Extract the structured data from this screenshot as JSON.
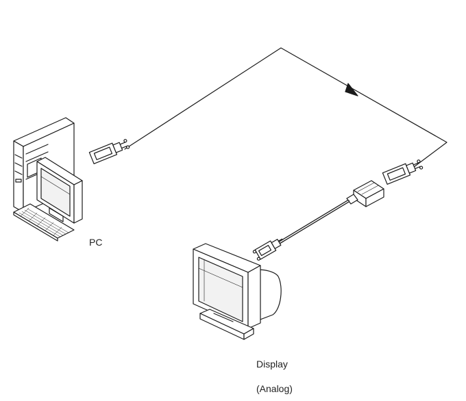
{
  "labels": {
    "pc": "PC",
    "display_line1": "Display",
    "display_line2": "(Analog)"
  },
  "colors": {
    "stroke": "#1a1a1a",
    "background": "#ffffff",
    "fill": "#ffffff",
    "screen_inner": "#f2f2f2"
  },
  "devices": [
    "pc-tower-icon",
    "monitor-icon",
    "keyboard-icon",
    "crt-display-icon",
    "dvi-connector-icon",
    "vga-connector-icon",
    "adapter-icon"
  ]
}
